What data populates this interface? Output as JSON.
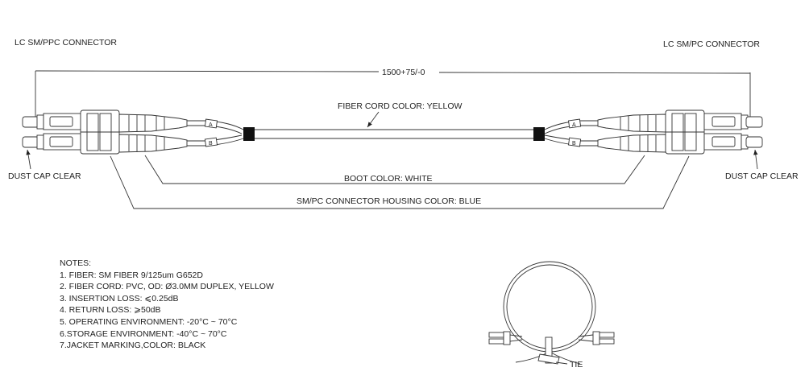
{
  "labels": {
    "left_connector": "LC SM/PPC CONNECTOR",
    "right_connector": "LC SM/PC CONNECTOR",
    "length": "1500+75/-0",
    "fiber_color": "FIBER CORD COLOR: YELLOW",
    "dust_cap_left": "DUST CAP CLEAR",
    "dust_cap_right": "DUST CAP CLEAR",
    "boot_color": "BOOT COLOR: WHITE",
    "housing_color": "SM/PC CONNECTOR HOUSING COLOR: BLUE",
    "leg_a": "A",
    "leg_b": "B",
    "tie": "TIE"
  },
  "notes": {
    "heading": "NOTES:",
    "items": [
      "1. FIBER: SM FIBER 9/125um G652D",
      "2. FIBER CORD: PVC, OD: Ø3.0MM DUPLEX, YELLOW",
      "3. INSERTION LOSS: ⩽0.25dB",
      "4. RETURN LOSS: ⩾50dB",
      "5. OPERATING ENVIRONMENT: -20°C ~ 70°C",
      "6.STORAGE ENVIRONMENT: -40°C ~ 70°C",
      "7.JACKET MARKING,COLOR: BLACK"
    ]
  }
}
